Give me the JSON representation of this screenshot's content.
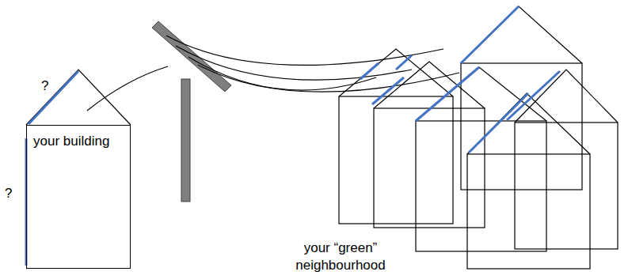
{
  "diagram": {
    "nodes": [
      {
        "text": [
          "your building"
        ]
      }
    ],
    "labels": [
      "?",
      "?",
      "your “green” neighbourhood"
    ]
  }
}
